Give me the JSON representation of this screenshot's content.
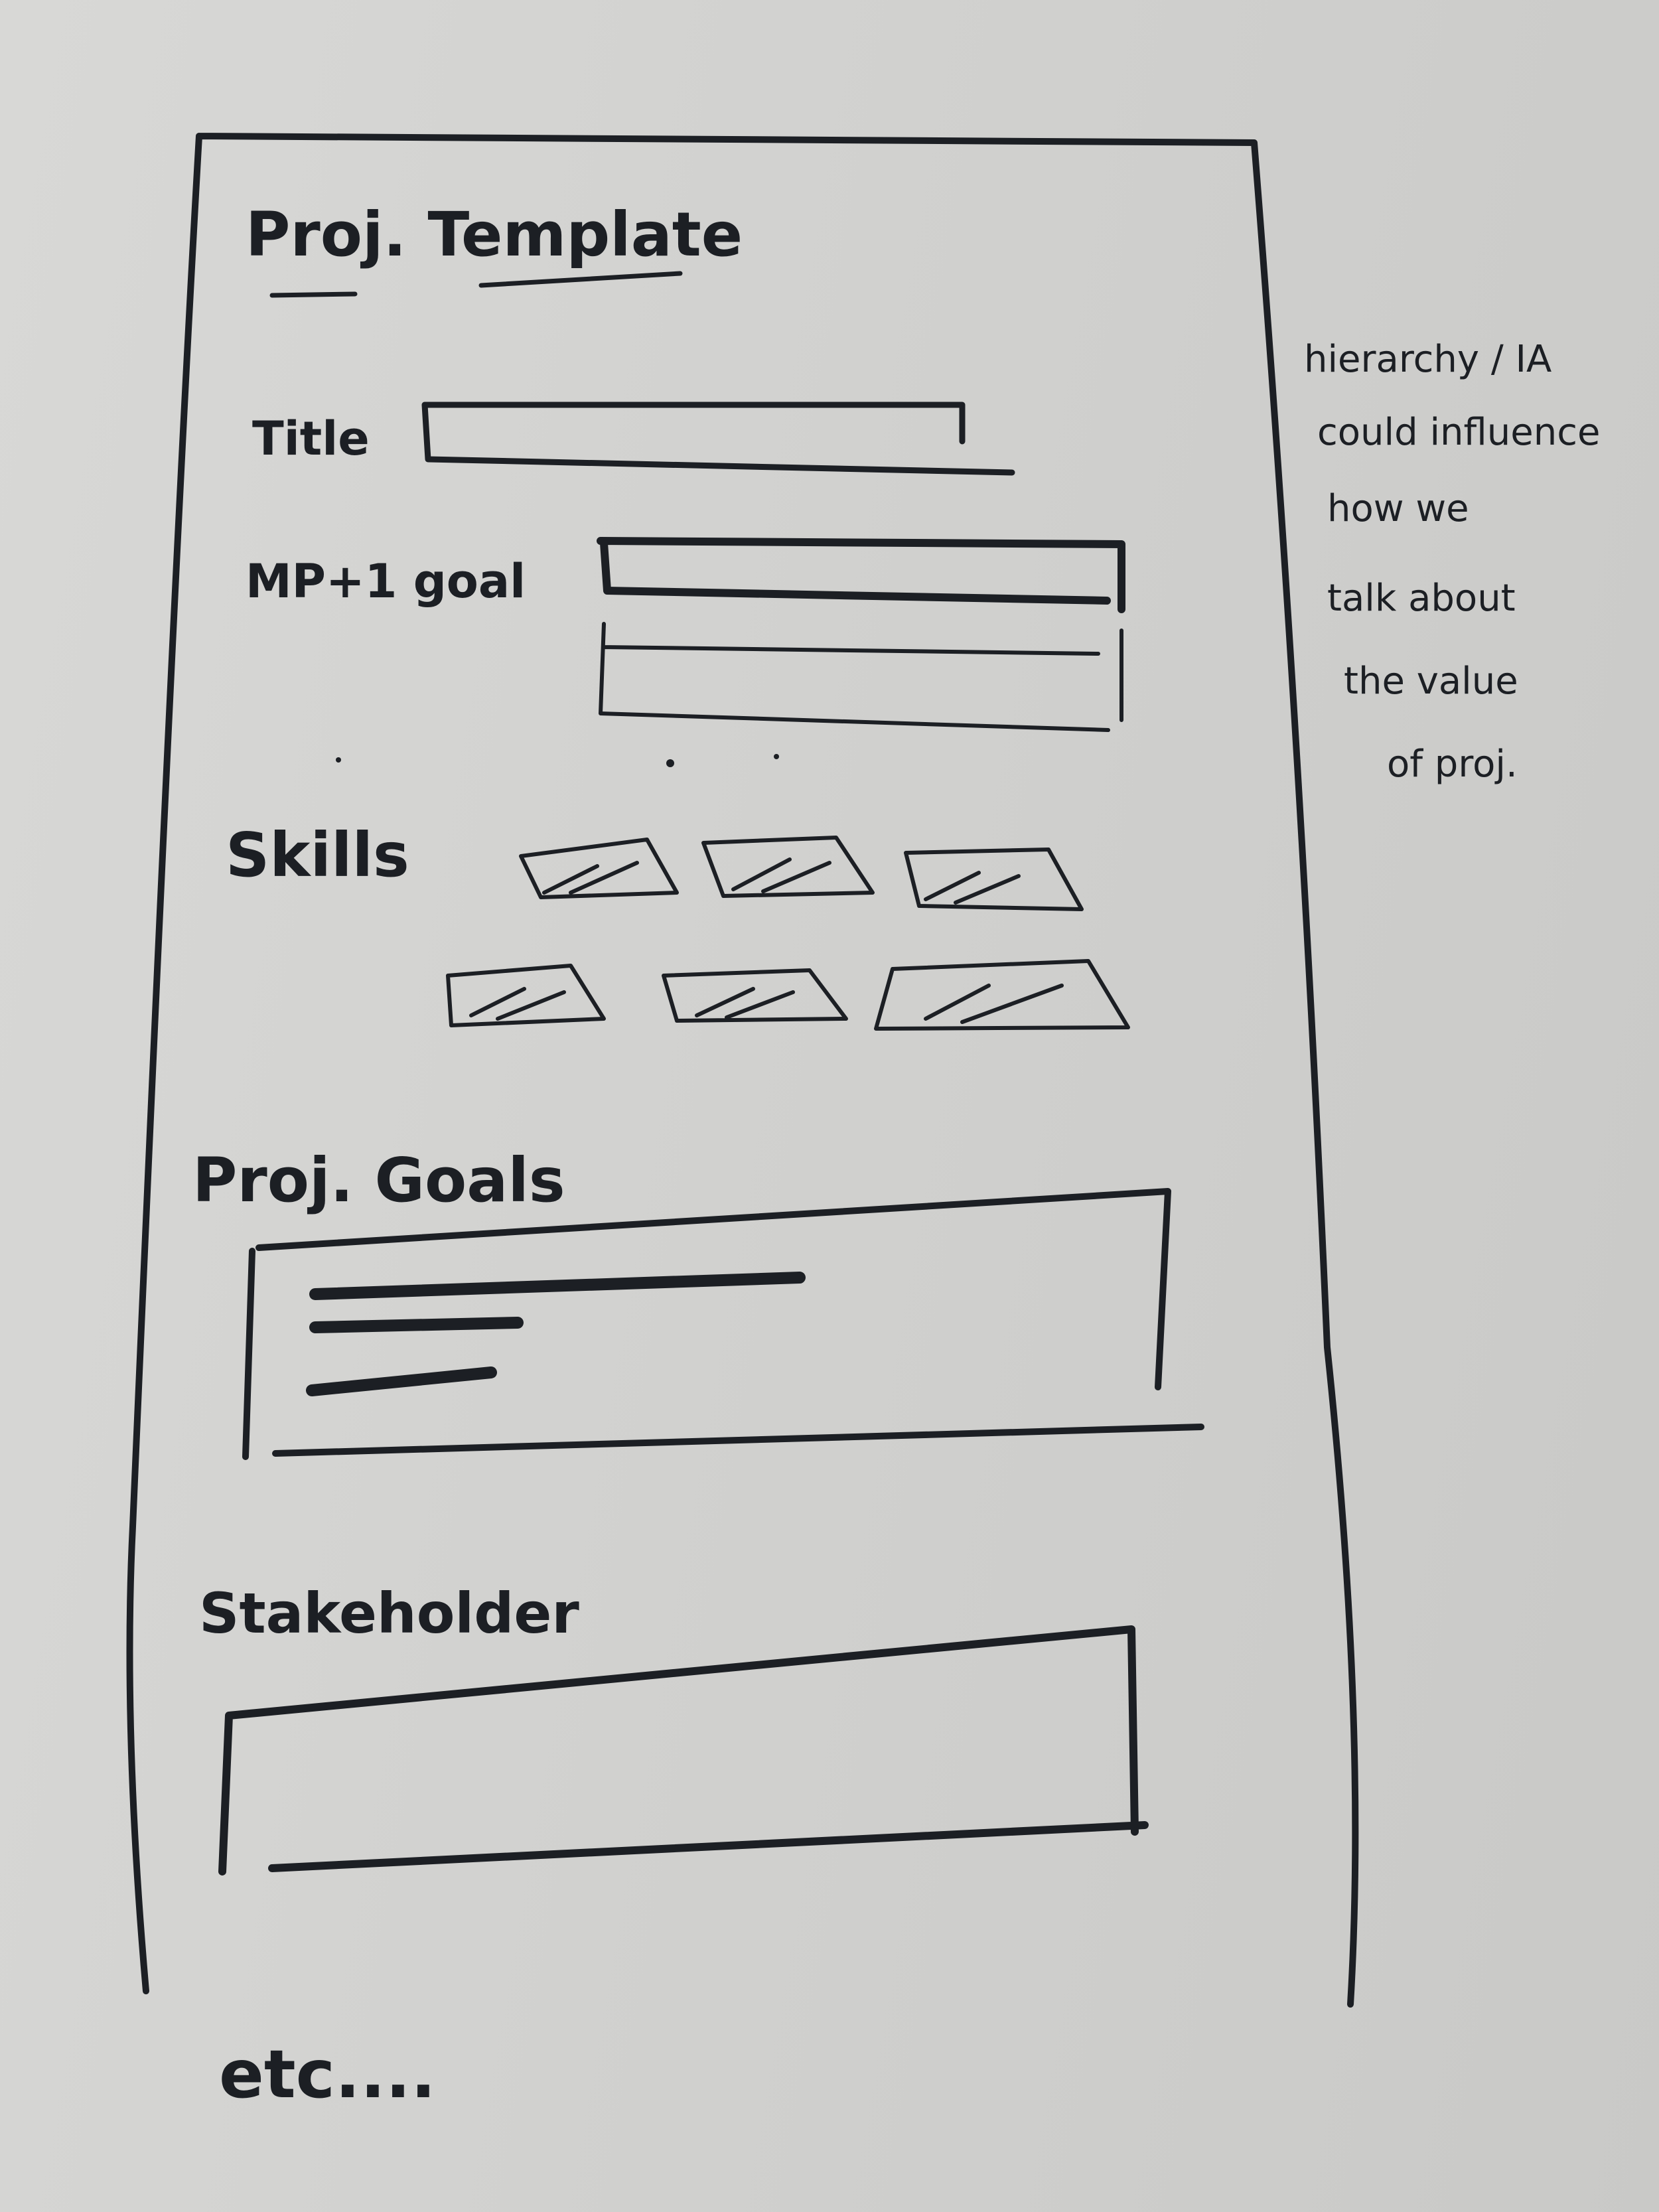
{
  "page_title": "Proj. Template",
  "fields": {
    "title_label": "Title",
    "mp1_goal_label": "MP+1 goal",
    "skills_label": "Skills",
    "proj_goals_label": "Proj. Goals",
    "stakeholder_label": "Stakeholder"
  },
  "footer": {
    "etc": "etc...."
  },
  "side_note": {
    "lines": [
      "hierarchy / IA",
      "could influence",
      "how we",
      "talk about",
      "the value",
      "of proj."
    ]
  },
  "colors": {
    "paper": "#d4d4d2",
    "ink": "#1c1f24"
  }
}
